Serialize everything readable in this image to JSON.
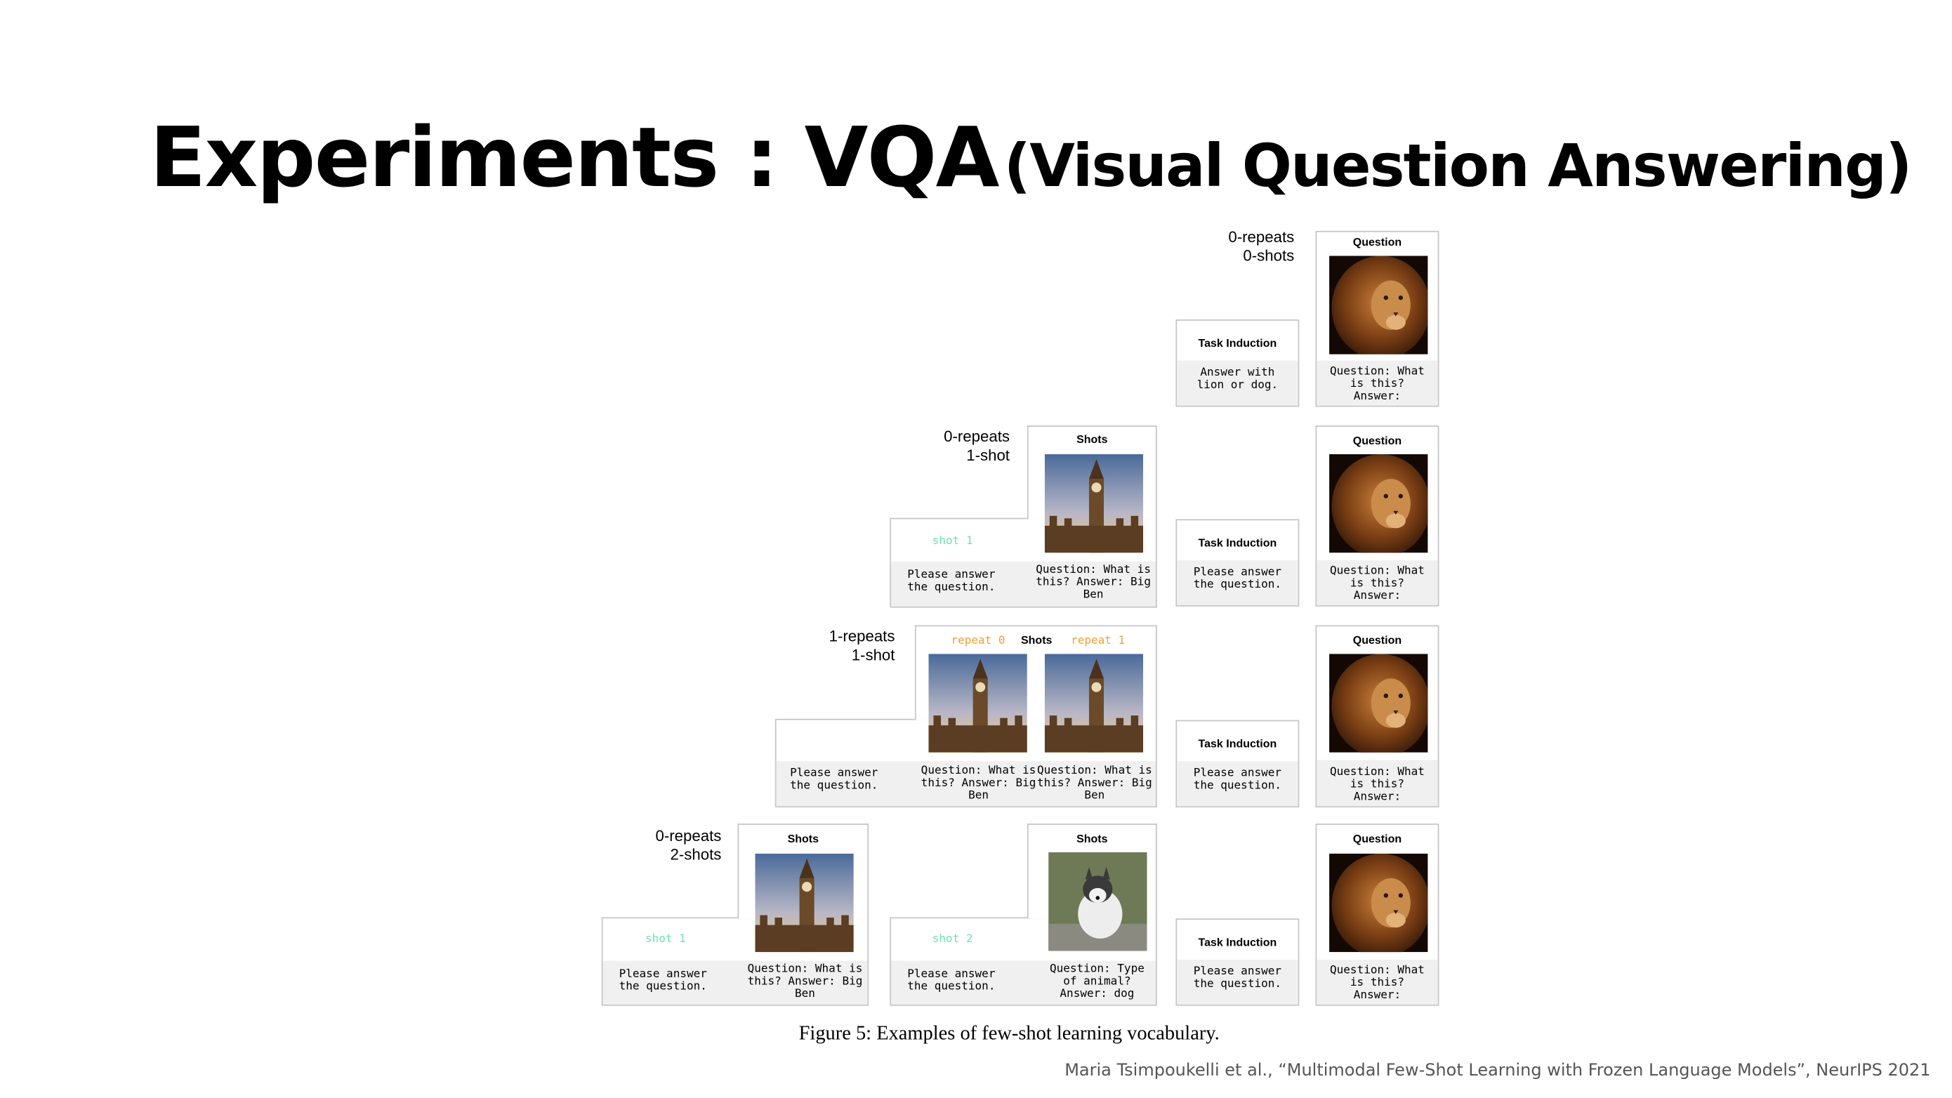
{
  "slide": {
    "title_main": "Experiments : VQA",
    "title_sub": "(Visual Question Answering)",
    "caption": "Figure 5: Examples of few-shot learning vocabulary.",
    "citation": "Maria Tsimpoukelli et al., “Multimodal Few-Shot Learning with Frozen Language Models”, NeurIPS 2021"
  },
  "headers": {
    "question": "Question",
    "task_induction": "Task Induction",
    "shots": "Shots"
  },
  "rows": [
    {
      "label": "0-repeats\n0-shots",
      "task_induction_text": "Answer with\nlion or dog.",
      "question_text": "Question: What\nis this?\nAnswer:"
    },
    {
      "label": "0-repeats\n1-shot",
      "shot_tag": "shot 1",
      "shot_prompt": "Please answer\nthe question.",
      "shot_text": "Question: What is\nthis? Answer: Big\nBen",
      "task_induction_text": "Please answer\nthe question.",
      "question_text": "Question: What\nis this?\nAnswer:"
    },
    {
      "label": "1-repeats\n1-shot",
      "repeat_tag_0": "repeat 0",
      "repeat_tag_1": "repeat 1",
      "shot_prompt": "Please answer\nthe question.",
      "shot_text_0": "Question: What is\nthis? Answer: Big\nBen",
      "shot_text_1": "Question: What is\nthis? Answer: Big\nBen",
      "task_induction_text": "Please answer\nthe question.",
      "question_text": "Question: What\nis this?\nAnswer:"
    },
    {
      "label": "0-repeats\n2-shots",
      "shot1_tag": "shot 1",
      "shot1_prompt": "Please answer\nthe question.",
      "shot1_text": "Question: What is\nthis? Answer: Big\nBen",
      "shot2_tag": "shot 2",
      "shot2_prompt": "Please answer\nthe question.",
      "shot2_text": "Question: Type\nof animal?\nAnswer: dog",
      "task_induction_text": "Please answer\nthe question.",
      "question_text": "Question: What\nis this?\nAnswer:"
    }
  ],
  "images": {
    "lion": "lion-photo",
    "big_ben": "big-ben-photo",
    "dog": "husky-dog-photo"
  },
  "colors": {
    "shot_tag": "#6ee2b0",
    "repeat_tag": "#f0a032",
    "band": "#f0f0f0",
    "border": "#c6c6c6"
  }
}
